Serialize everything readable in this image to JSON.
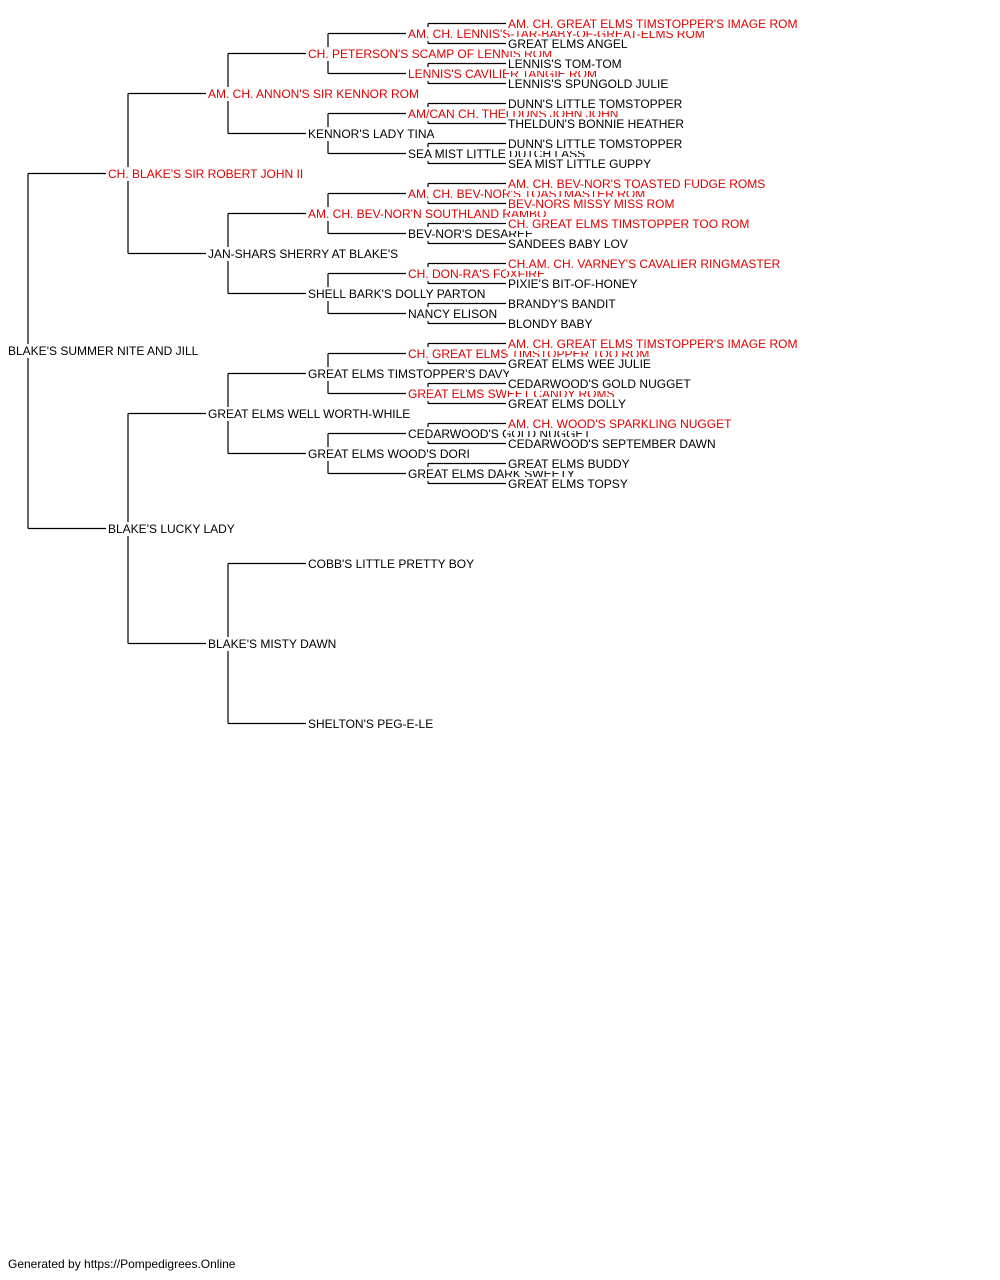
{
  "colors": {
    "champion": "#e00000",
    "normal": "#000000",
    "line": "#000000"
  },
  "pedigree": {
    "name": "BLAKE'S SUMMER NITE AND JILL",
    "ch": false,
    "sire": {
      "name": "CH. BLAKE'S SIR ROBERT JOHN II",
      "ch": true,
      "sire": {
        "name": "AM. CH. ANNON'S SIR KENNOR ROM",
        "ch": true,
        "sire": {
          "name": "CH. PETERSON'S SCAMP OF LENNIS ROM",
          "ch": true,
          "sire": {
            "name": "AM. CH. LENNIS'S-TAR-BABY-OF-GREAT-ELMS ROM",
            "ch": true,
            "sire": {
              "name": "AM. CH. GREAT ELMS TIMSTOPPER'S IMAGE ROM",
              "ch": true
            },
            "dam": {
              "name": "GREAT ELMS ANGEL",
              "ch": false
            }
          },
          "dam": {
            "name": "LENNIS'S CAVILIER TANGIE ROM",
            "ch": true,
            "sire": {
              "name": "LENNIS'S TOM-TOM",
              "ch": false
            },
            "dam": {
              "name": "LENNIS'S SPUNGOLD JULIE",
              "ch": false
            }
          }
        },
        "dam": {
          "name": "KENNOR'S LADY TINA",
          "ch": false,
          "sire": {
            "name": "AM/CAN CH. THELDUNS JOHN JOHN",
            "ch": true,
            "sire": {
              "name": "DUNN'S LITTLE TOMSTOPPER",
              "ch": false
            },
            "dam": {
              "name": "THELDUN'S BONNIE HEATHER",
              "ch": false
            }
          },
          "dam": {
            "name": "SEA MIST LITTLE DUTCH LASS",
            "ch": false,
            "sire": {
              "name": "DUNN'S LITTLE TOMSTOPPER",
              "ch": false
            },
            "dam": {
              "name": "SEA MIST LITTLE GUPPY",
              "ch": false
            }
          }
        }
      },
      "dam": {
        "name": "JAN-SHARS SHERRY AT BLAKE'S",
        "ch": false,
        "sire": {
          "name": "AM. CH. BEV-NOR'N SOUTHLAND RAMBO",
          "ch": true,
          "sire": {
            "name": "AM. CH. BEV-NOR'S TOASTMASTER ROM",
            "ch": true,
            "sire": {
              "name": "AM. CH. BEV-NOR'S TOASTED FUDGE ROMS",
              "ch": true
            },
            "dam": {
              "name": "BEV-NORS MISSY MISS ROM",
              "ch": true
            }
          },
          "dam": {
            "name": "BEV-NOR'S DESAREE",
            "ch": false,
            "sire": {
              "name": "CH. GREAT ELMS TIMSTOPPER TOO ROM",
              "ch": true
            },
            "dam": {
              "name": "SANDEES BABY LOV",
              "ch": false
            }
          }
        },
        "dam": {
          "name": "SHELL BARK'S DOLLY PARTON",
          "ch": false,
          "sire": {
            "name": "CH. DON-RA'S FOXFIRE",
            "ch": true,
            "sire": {
              "name": "CH.AM. CH. VARNEY'S CAVALIER RINGMASTER",
              "ch": true
            },
            "dam": {
              "name": "PIXIE'S BIT-OF-HONEY",
              "ch": false
            }
          },
          "dam": {
            "name": "NANCY ELISON",
            "ch": false,
            "sire": {
              "name": "BRANDY'S BANDIT",
              "ch": false
            },
            "dam": {
              "name": "BLONDY BABY",
              "ch": false
            }
          }
        }
      }
    },
    "dam": {
      "name": "BLAKE'S LUCKY LADY",
      "ch": false,
      "sire": {
        "name": "GREAT ELMS WELL WORTH-WHILE",
        "ch": false,
        "sire": {
          "name": "GREAT ELMS TIMSTOPPER'S DAVY",
          "ch": false,
          "sire": {
            "name": "CH. GREAT ELMS TIMSTOPPER TOO ROM",
            "ch": true,
            "sire": {
              "name": "AM. CH. GREAT ELMS TIMSTOPPER'S IMAGE ROM",
              "ch": true
            },
            "dam": {
              "name": "GREAT ELMS WEE JULIE",
              "ch": false
            }
          },
          "dam": {
            "name": "GREAT ELMS SWEET CANDY ROMS",
            "ch": true,
            "sire": {
              "name": "CEDARWOOD'S GOLD NUGGET",
              "ch": false
            },
            "dam": {
              "name": "GREAT ELMS DOLLY",
              "ch": false
            }
          }
        },
        "dam": {
          "name": "GREAT ELMS WOOD'S DORI",
          "ch": false,
          "sire": {
            "name": "CEDARWOOD'S GOLD NUGGET",
            "ch": false,
            "sire": {
              "name": "AM. CH. WOOD'S SPARKLING NUGGET",
              "ch": true
            },
            "dam": {
              "name": "CEDARWOOD'S SEPTEMBER DAWN",
              "ch": false
            }
          },
          "dam": {
            "name": "GREAT ELMS DARK SWEETY",
            "ch": false,
            "sire": {
              "name": "GREAT ELMS BUDDY",
              "ch": false
            },
            "dam": {
              "name": "GREAT ELMS TOPSY",
              "ch": false
            }
          }
        }
      },
      "dam": {
        "name": "BLAKE'S MISTY DAWN",
        "ch": false,
        "sire": {
          "name": "COBB'S LITTLE PRETTY BOY",
          "ch": false
        },
        "dam": {
          "name": "SHELTON'S PEG-E-LE",
          "ch": false
        }
      }
    }
  },
  "footer": "Generated by https://Pompedigrees.Online"
}
